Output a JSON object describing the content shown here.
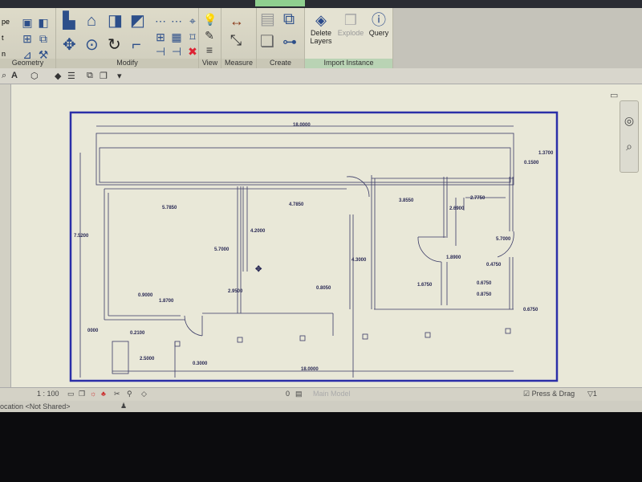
{
  "ribbon": {
    "panels": {
      "geometry": "Geometry",
      "modify": "Modify",
      "view": "View",
      "measure": "Measure",
      "create": "Create",
      "import_instance": "Import Instance"
    },
    "buttons": {
      "delete_layers": "Delete Layers",
      "explode": "Explode",
      "query": "Query"
    },
    "left_cut_labels": [
      "pe",
      "t",
      "n"
    ]
  },
  "toolbar": {
    "text_label": "A"
  },
  "drawing": {
    "dimensions": [
      "18.0000",
      "1.3700",
      "0.1500",
      "7.5200",
      "5.7850",
      "4.7850",
      "3.8550",
      "2.7750",
      "2.6900",
      "4.2000",
      "5.7000",
      "4.3000",
      "5.7000",
      "1.8900",
      "0.4750",
      "0.9000",
      "1.8700",
      "2.9500",
      "0.8050",
      "1.6750",
      "0.6750",
      "0.8750",
      "0.6750",
      "0000",
      "0.2100",
      "2.5000",
      "0.3000",
      "18.0000"
    ]
  },
  "status": {
    "scale": "1 : 100",
    "zero": "0",
    "model": "Main Model",
    "press_drag": "Press & Drag",
    "filter_count": "1"
  },
  "bottom": {
    "location": "ocation <Not Shared>"
  },
  "colors": {
    "frame": "#2b2fa8",
    "ribbon": "#dedbc9",
    "canvas": "#e9e8d8"
  }
}
